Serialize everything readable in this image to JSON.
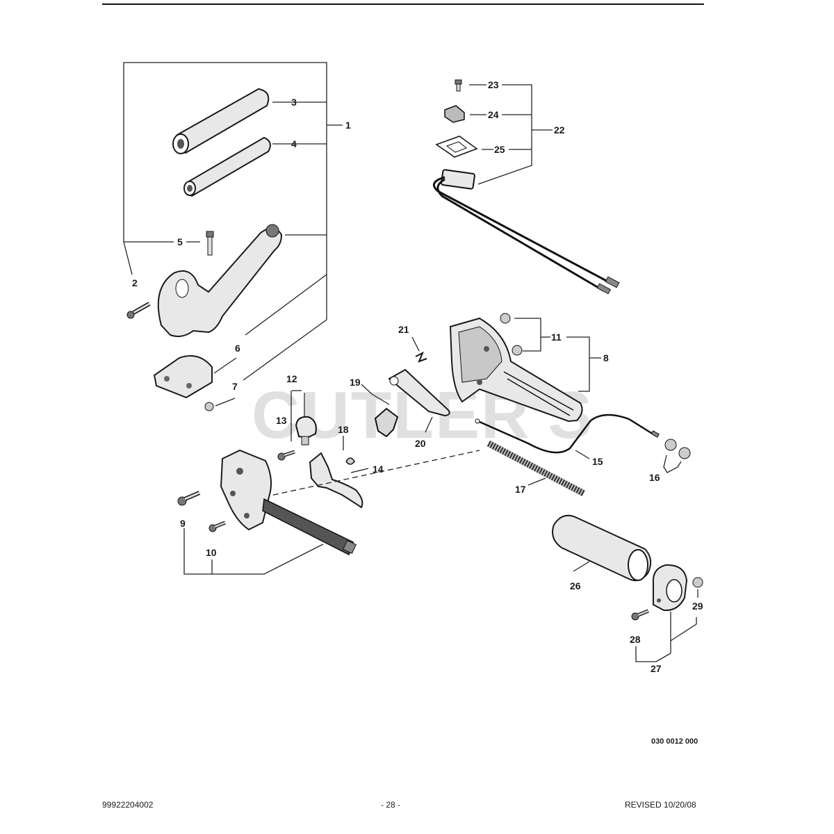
{
  "diagram": {
    "watermark": "CUTLER'S",
    "callouts": {
      "c1": "1",
      "c2": "2",
      "c3": "3",
      "c4": "4",
      "c5": "5",
      "c6": "6",
      "c7": "7",
      "c8": "8",
      "c9": "9",
      "c10": "10",
      "c11": "11",
      "c12": "12",
      "c13": "13",
      "c14": "14",
      "c15": "15",
      "c16": "16",
      "c17": "17",
      "c18": "18",
      "c19": "19",
      "c20": "20",
      "c21": "21",
      "c22": "22",
      "c23": "23",
      "c24": "24",
      "c25": "25",
      "c26": "26",
      "c27": "27",
      "c28": "28",
      "c29": "29"
    },
    "reference_code": "030 0012 000"
  },
  "footer": {
    "part_number": "99922204002",
    "page": "- 28 -",
    "revision": "REVISED 10/20/08"
  },
  "colors": {
    "ink": "#1a1a1a",
    "part_fill": "#e8e8e8",
    "part_dark": "#6e6e6e",
    "watermark": "#d9d9d9"
  }
}
